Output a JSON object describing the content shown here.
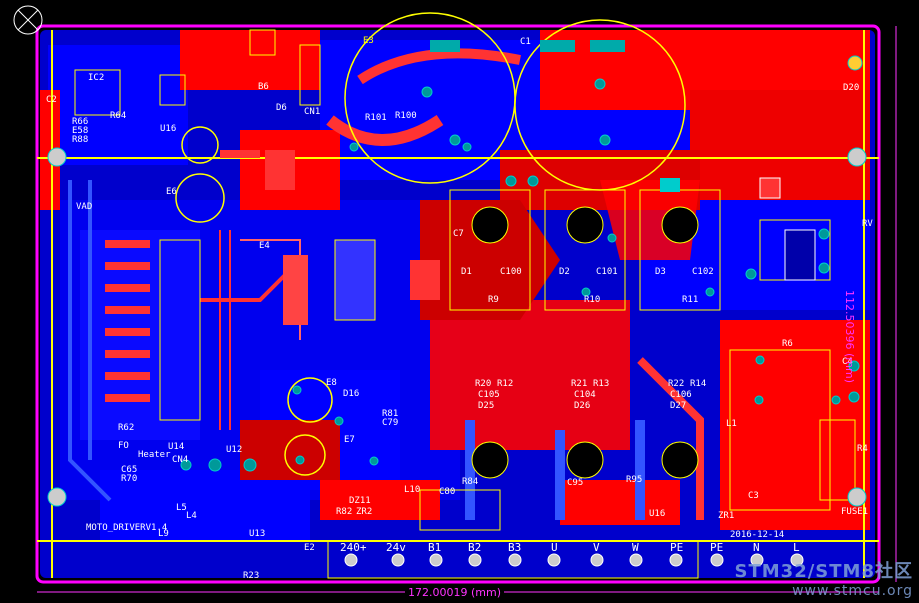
{
  "board": {
    "bottom_dimension": "172.00019 (mm)",
    "right_dimension": "112.50396 (mm)",
    "board_name": "MOTO_DRIVERV1.4",
    "date": "2016-12-14",
    "labels": {
      "c2": "C2",
      "ic2": "IC2",
      "r66": "R66",
      "e58": "E58",
      "r88": "R88",
      "r64": "R64",
      "u16": "U16",
      "e3": "E3",
      "c1": "C1",
      "cn1": "CN1",
      "d6": "D6",
      "d20": "D20",
      "r100": "R100",
      "r101": "R101",
      "vad": "VAD",
      "e4": "E4",
      "e6": "E6",
      "d1": "D1",
      "d2": "D2",
      "d3": "D3",
      "c100": "C100",
      "c101": "C101",
      "c102": "C102",
      "r9": "R9",
      "r10": "R10",
      "r11": "R11",
      "r12": "R12",
      "r13": "R13",
      "r14": "R14",
      "r20": "R20",
      "r21": "R21",
      "r22": "R22",
      "c104": "C104",
      "c105": "C105",
      "c106": "C106",
      "d25": "D25",
      "d26": "D26",
      "d27": "D27",
      "e8": "E8",
      "e7": "E7",
      "d16": "D16",
      "r81": "R81",
      "c79": "C79",
      "u14": "U14",
      "u12": "U12",
      "cn4": "CN4",
      "heater": "Heater",
      "fo": "FO",
      "c65": "C65",
      "r70": "R70",
      "r62": "R62",
      "r82": "R82",
      "zr2": "ZR2",
      "dz11": "DZ11",
      "l10": "L10",
      "c80": "C80",
      "r84": "R84",
      "c95": "C95",
      "r95": "R95",
      "u16b": "U16",
      "zr1": "ZR1",
      "fuse1": "FUSE1",
      "r4": "R4",
      "c4": "C4",
      "l1": "L1",
      "rv": "RV",
      "l9": "L9",
      "l4": "L4",
      "l5": "L5",
      "r23": "R23",
      "u13": "U13",
      "e2": "E2",
      "b6": "B6",
      "c7": "C7",
      "r6": "R6",
      "c3": "C3"
    },
    "terminals": [
      "240+",
      "24v",
      "B1",
      "B2",
      "B3",
      "U",
      "V",
      "W",
      "PE",
      "PE",
      "N",
      "L"
    ],
    "watermark_line1": "STM32/STM8社区",
    "watermark_line2": "www.stmcu.org",
    "colors": {
      "bg": "#000000",
      "top": "#ff0000",
      "bottom": "#0000ff",
      "silk": "#ffff00",
      "outline": "#ff00ff",
      "pad": "#009999"
    }
  }
}
